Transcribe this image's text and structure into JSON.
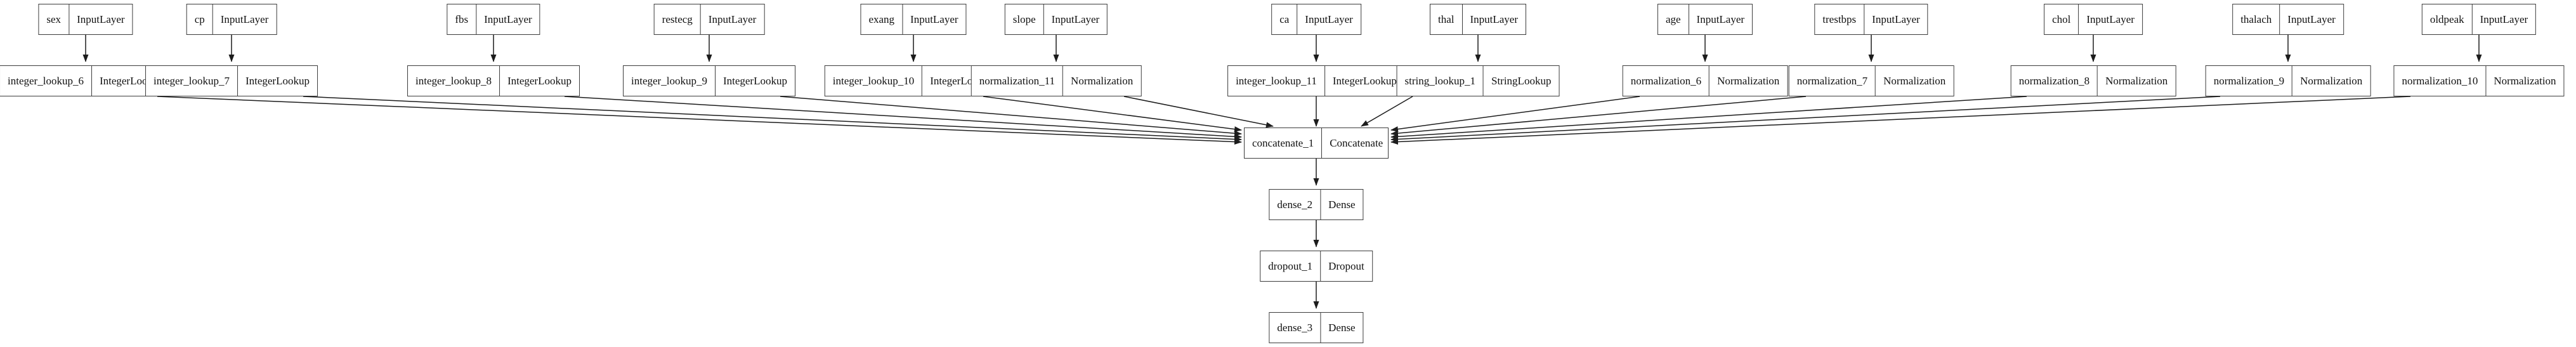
{
  "diagram": {
    "kind": "keras-model-plot",
    "columns": [
      {
        "input": "sex",
        "input_type": "InputLayer",
        "pre": "integer_lookup_6",
        "pre_type": "IntegerLookup"
      },
      {
        "input": "cp",
        "input_type": "InputLayer",
        "pre": "integer_lookup_7",
        "pre_type": "IntegerLookup"
      },
      {
        "input": "fbs",
        "input_type": "InputLayer",
        "pre": "integer_lookup_8",
        "pre_type": "IntegerLookup"
      },
      {
        "input": "restecg",
        "input_type": "InputLayer",
        "pre": "integer_lookup_9",
        "pre_type": "IntegerLookup"
      },
      {
        "input": "exang",
        "input_type": "InputLayer",
        "pre": "integer_lookup_10",
        "pre_type": "IntegerLookup"
      },
      {
        "input": "slope",
        "input_type": "InputLayer",
        "pre": "normalization_11",
        "pre_type": "Normalization"
      },
      {
        "input": "ca",
        "input_type": "InputLayer",
        "pre": "integer_lookup_11",
        "pre_type": "IntegerLookup"
      },
      {
        "input": "thal",
        "input_type": "InputLayer",
        "pre": "string_lookup_1",
        "pre_type": "StringLookup"
      },
      {
        "input": "age",
        "input_type": "InputLayer",
        "pre": "normalization_6",
        "pre_type": "Normalization"
      },
      {
        "input": "trestbps",
        "input_type": "InputLayer",
        "pre": "normalization_7",
        "pre_type": "Normalization"
      },
      {
        "input": "chol",
        "input_type": "InputLayer",
        "pre": "normalization_8",
        "pre_type": "Normalization"
      },
      {
        "input": "thalach",
        "input_type": "InputLayer",
        "pre": "normalization_9",
        "pre_type": "Normalization"
      },
      {
        "input": "oldpeak",
        "input_type": "InputLayer",
        "pre": "normalization_10",
        "pre_type": "Normalization"
      }
    ],
    "chain": [
      {
        "name": "concatenate_1",
        "type": "Concatenate"
      },
      {
        "name": "dense_2",
        "type": "Dense"
      },
      {
        "name": "dropout_1",
        "type": "Dropout"
      },
      {
        "name": "dense_3",
        "type": "Dense"
      }
    ],
    "colors": {
      "background": "#ffffff",
      "node_fill": "#ffffff",
      "node_border": "#3c3c3c",
      "edge": "#1c1c1c"
    }
  }
}
